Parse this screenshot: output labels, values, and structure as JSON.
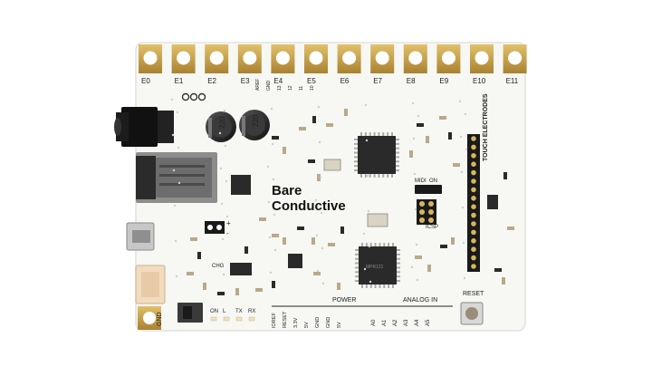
{
  "board": {
    "brand_line1": "Bare",
    "brand_line2": "Conductive",
    "electrode_labels": [
      "E0",
      "E1",
      "E2",
      "E3",
      "E4",
      "E5",
      "E6",
      "E7",
      "E8",
      "E9",
      "E10",
      "E11"
    ],
    "touch_electrodes_title": "TOUCH ELECTRODES",
    "analog_title": "ANALOG IN",
    "analog_pins": [
      "A0",
      "A1",
      "A2",
      "A3",
      "A4",
      "A5"
    ],
    "power_title": "POWER",
    "power_pins": [
      "IOREF",
      "RESET",
      "3.3V",
      "5V",
      "GND",
      "GND",
      "5V"
    ],
    "midi_label": "MIDI",
    "on_label": "ON",
    "icsp_label": "ICSP",
    "reset_label": "RESET",
    "gnd_label": "GND",
    "switch_labels": [
      "ON",
      "L",
      "TX",
      "RX"
    ],
    "chg_label": "CHG",
    "top_header_labels": [
      "AREF",
      "GND",
      "13",
      "12",
      "11",
      "10"
    ],
    "cap_label": "220",
    "pwr_labels": [
      "+",
      "-"
    ]
  },
  "colors": {
    "board": "#f7f7f4",
    "gold": "#c8a24a",
    "chip": "#2a2a2a",
    "header": "#1a1a1a",
    "connector": "#f2dcc0"
  }
}
